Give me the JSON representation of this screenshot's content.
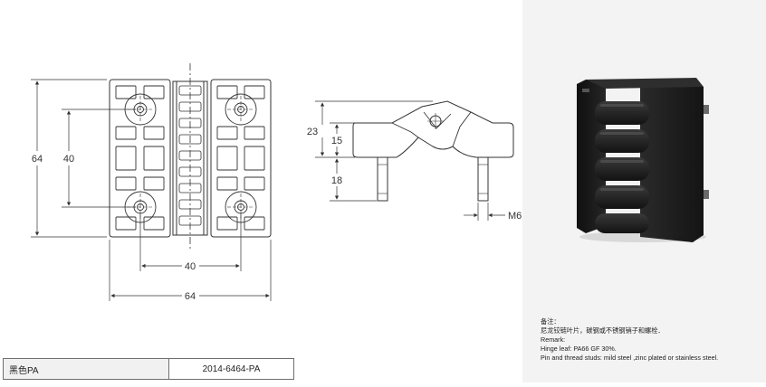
{
  "dimensions": {
    "front_height": "64",
    "front_hole_spacing_v": "40",
    "front_hole_spacing_h": "40",
    "front_width": "64",
    "side_total_height": "23",
    "side_leaf_height": "15",
    "side_pin_length": "18",
    "thread": "M6"
  },
  "remarks": {
    "line1": "备注：",
    "line2": "尼龙铰链叶片，碳钢或不锈钢销子和螺栓．",
    "line3": "Remark:",
    "line4": "Hinge leaf: PA66 GF 30%.",
    "line5": "Pin and thread studs: mild steel ,zinc plated or stainless steel."
  },
  "table": {
    "color": "黑色PA",
    "part_number": "2014-6464-PA"
  },
  "colors": {
    "line": "#333333",
    "photo_bg": "#f3f3f3",
    "hinge": "#1c1c1c"
  }
}
